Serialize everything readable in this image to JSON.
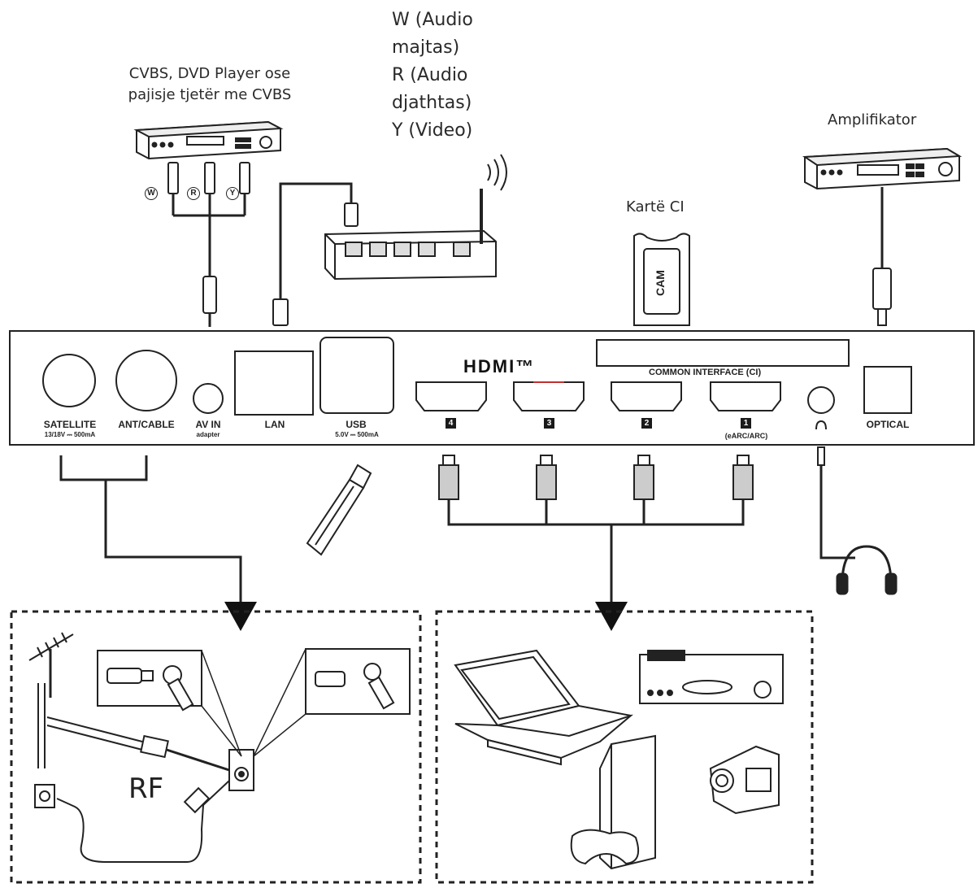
{
  "labels": {
    "cvbs_line1": "CVBS, DVD Player ose",
    "cvbs_line2": "pajisje tjetër me CVBS",
    "audio_w_line1": "W (Audio",
    "audio_w_line2": "majtas)",
    "audio_r_line1": "R (Audio",
    "audio_r_line2": "djathtas)",
    "video_y": "Y (Video)",
    "amplifier": "Amplifikator",
    "ci_card": "Kartë CI",
    "cam": "CAM",
    "rf": "RF"
  },
  "rca_letters": [
    "W",
    "R",
    "Y"
  ],
  "panel": {
    "hdmi_logo": "HDMI™",
    "common_interface": "COMMON INTERFACE (CI)",
    "satellite": "SATELLITE",
    "satellite_sub": "13/18V ⎓ 500mA",
    "ant_cable": "ANT/CABLE",
    "av_in": "AV IN",
    "av_in_sub": "adapter",
    "lan": "LAN",
    "usb": "USB",
    "usb_sub": "5.0V ⎓ 500mA",
    "hdmi_ports": [
      "4",
      "3",
      "2",
      "1"
    ],
    "earc": "(eARC/ARC)",
    "headphone_icon": "headphone-icon",
    "optical": "OPTICAL"
  }
}
